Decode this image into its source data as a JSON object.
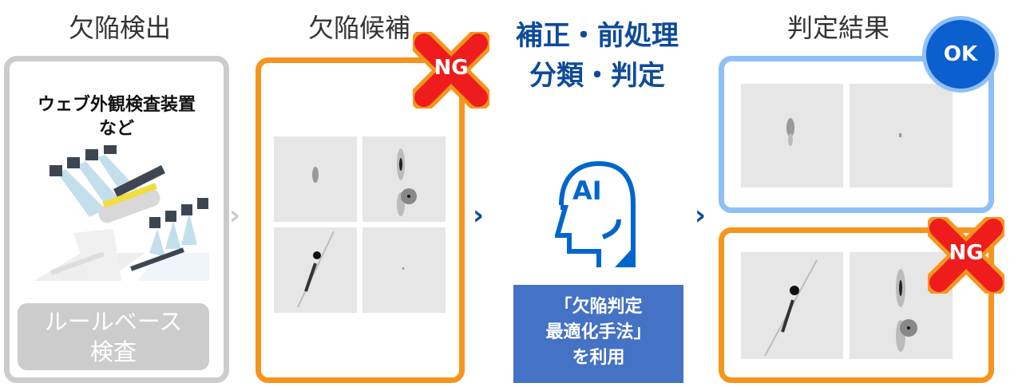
{
  "stages": {
    "detection": {
      "title": "欠陥検出",
      "device_label_line1": "ウェブ外観検査装置",
      "device_label_line2": "など",
      "method_line1": "ルールベース",
      "method_line2": "検査"
    },
    "candidates": {
      "title": "欠陥候補",
      "badge": "NG"
    },
    "ai": {
      "title_line1": "補正・前処理",
      "title_line2": "分類・判定",
      "icon_text": "AI",
      "note_line1": "「欠陥判定",
      "note_line2": "最適化手法」",
      "note_line3": "を利用"
    },
    "result": {
      "title": "判定結果",
      "ok_badge": "OK",
      "ng_badge": "NG"
    }
  },
  "colors": {
    "gray": "#cccccc",
    "orange": "#f7941d",
    "light_blue": "#8ec0f7",
    "blue": "#0b5fcf",
    "navy": "#0d4a9a",
    "note_bg": "#4472c4",
    "red": "#ee1c1c"
  }
}
